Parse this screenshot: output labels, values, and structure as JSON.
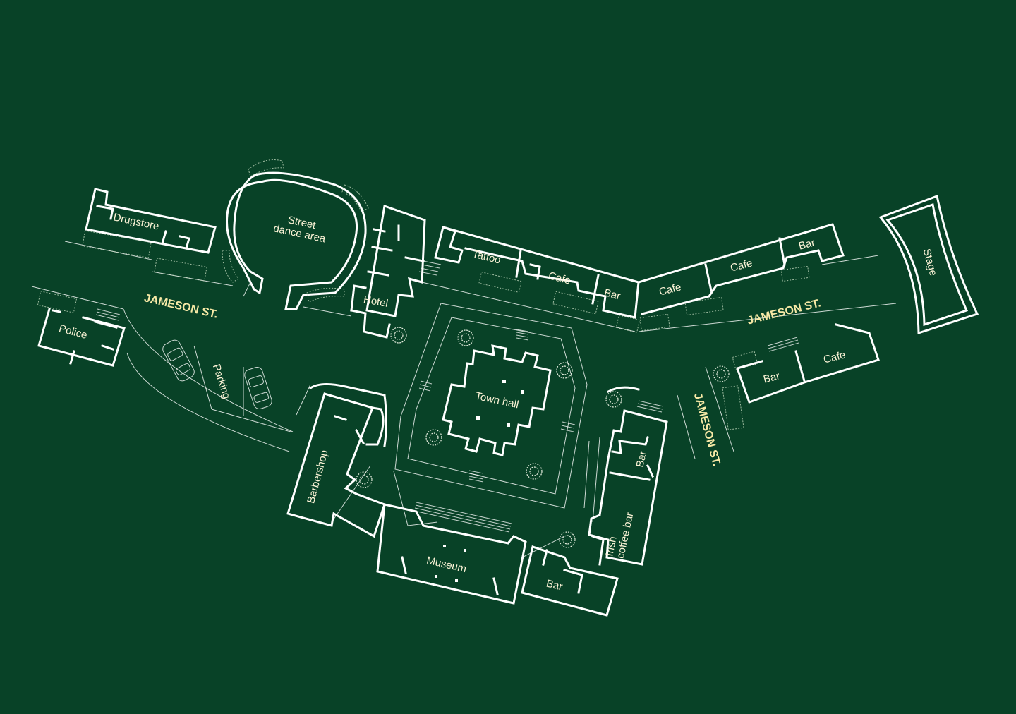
{
  "streets": {
    "west": "JAMESON ST.",
    "east": "JAMESON ST.",
    "south": "JAMESON ST."
  },
  "places": {
    "drugstore": "Drugstore",
    "street_dance_area": "Street\ndance area",
    "hotel": "Hotel",
    "tattoo": "Tattoo",
    "cafe_1": "Cafe",
    "bar_1": "Bar",
    "cafe_2": "Cafe",
    "cafe_3": "Cafe",
    "bar_2": "Bar",
    "stage": "Stage",
    "police": "Police",
    "parking": "Parking",
    "town_hall": "Town hall",
    "barbershop": "Barbershop",
    "museum": "Museum",
    "bar_3": "Bar",
    "bar_4": "Bar",
    "irish_coffee_bar": "Irish\ncoffee bar",
    "bar_5": "Bar",
    "cafe_4": "Cafe"
  },
  "colors": {
    "background": "#084227",
    "lines": "#ffffff",
    "labels": "#fbf3d6",
    "street_labels": "#f7e9a6"
  }
}
